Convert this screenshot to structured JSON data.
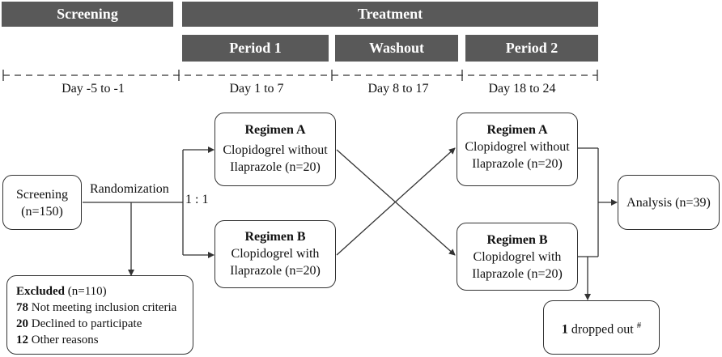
{
  "phases": {
    "screening": "Screening",
    "treatment": "Treatment",
    "period1": "Period 1",
    "washout": "Washout",
    "period2": "Period 2"
  },
  "days": {
    "screening": "Day -5 to -1",
    "period1": "Day 1 to 7",
    "washout": "Day 8 to 17",
    "period2": "Day 18 to 24"
  },
  "screening_box": {
    "label": "Screening",
    "n": "(n=150)"
  },
  "randomization_label": "Randomization",
  "ratio_label": "1 : 1",
  "regimen_a": {
    "title": "Regimen A",
    "line1": "Clopidogrel without",
    "line2": "Ilaprazole (n=20)"
  },
  "regimen_b": {
    "title": "Regimen B",
    "line1": "Clopidogrel with",
    "line2": "Ilaprazole (n=20)"
  },
  "analysis_box": "Analysis (n=39)",
  "excluded": {
    "title": "Excluded",
    "n": "(n=110)",
    "reasons": [
      {
        "count": "78",
        "text": "Not meeting inclusion criteria"
      },
      {
        "count": "20",
        "text": "Declined to participate"
      },
      {
        "count": "12",
        "text": "Other reasons"
      }
    ]
  },
  "dropout": {
    "count": "1",
    "text": "dropped out",
    "mark": "#"
  },
  "colors": {
    "banner": "#595959",
    "line": "#333333"
  }
}
